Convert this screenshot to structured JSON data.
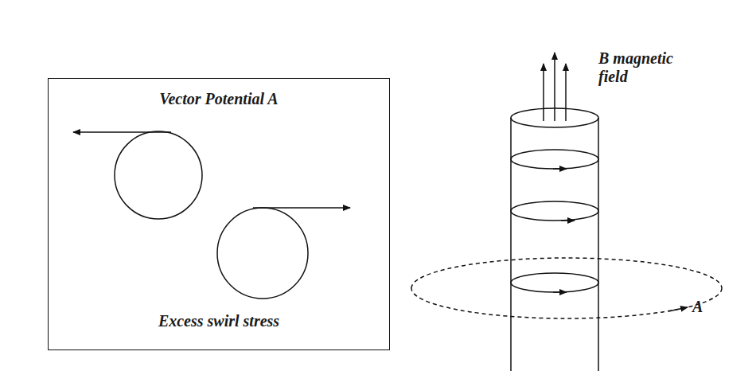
{
  "diagram": {
    "nodes": [
      {
        "text": [
          "Vector Potential A",
          "Excess swirl stress"
        ]
      }
    ],
    "labels": [
      "B magnetic field",
      "A"
    ]
  }
}
